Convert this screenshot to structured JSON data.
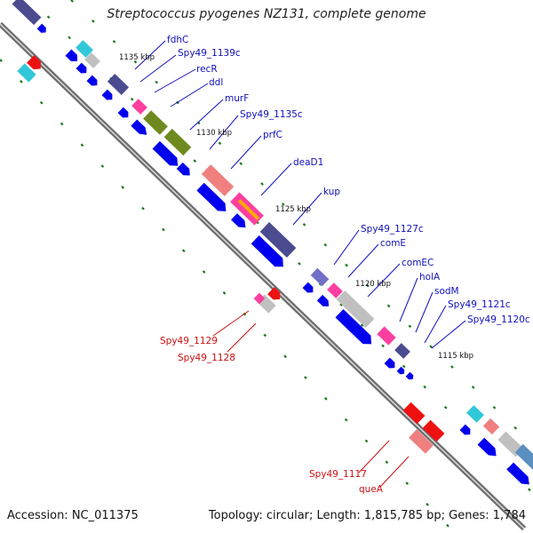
{
  "title": "Streptococcus pyogenes NZ131, complete genome",
  "footer": {
    "accession": "Accession: NC_011375",
    "summary": "Topology: circular; Length: 1,815,785 bp; Genes: 1,784"
  },
  "scale_labels": [
    "1135 kbp",
    "1130 kbp",
    "1125 kbp",
    "1120 kbp",
    "1115 kbp"
  ],
  "upper_gene_labels": [
    "fdhC",
    "Spy49_1139c",
    "recR",
    "ddl",
    "murF",
    "Spy49_1135c",
    "prfC",
    "deaD1",
    "kup",
    "Spy49_1127c",
    "comE",
    "comEC",
    "holA",
    "sodM",
    "Spy49_1121c",
    "Spy49_1120c"
  ],
  "lower_gene_labels": [
    "Spy49_1129",
    "Spy49_1128",
    "Spy49_1117",
    "queA"
  ],
  "colors": {
    "forward_label": "#1010c0",
    "reverse_label": "#cc1010",
    "backbone": "#707070",
    "gene_blue": "#0000ee",
    "tick": "#1a7a1a"
  }
}
